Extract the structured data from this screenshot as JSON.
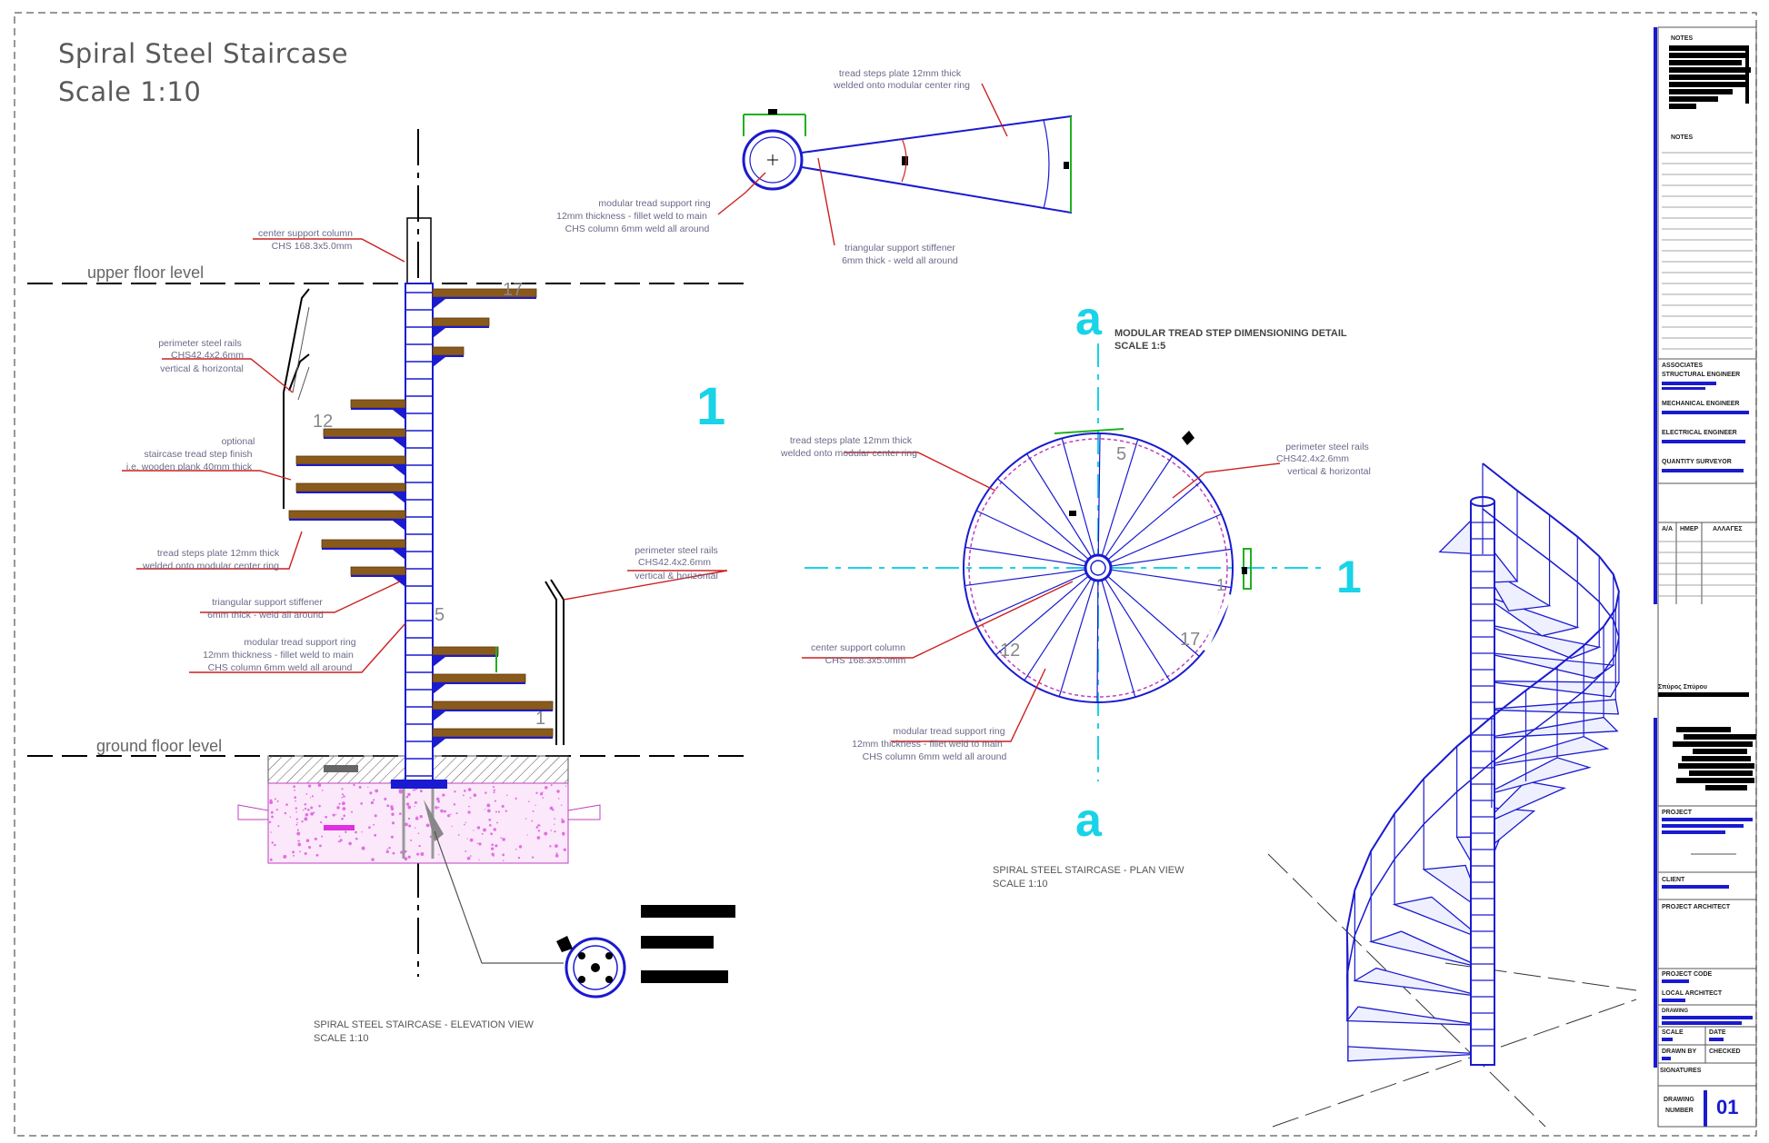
{
  "sheet": {
    "title": "Spiral Steel Staircase",
    "scale": "Scale 1:10"
  },
  "elevation": {
    "upper_floor_label": "upper floor level",
    "ground_floor_label": "ground floor level",
    "section_mark": "1",
    "step_numbers": [
      "17",
      "12",
      "5",
      "1"
    ],
    "notes": {
      "column": [
        "center support column",
        "CHS 168.3x5.0mm"
      ],
      "rails_left": [
        "perimeter steel rails",
        "CHS42.4x2.6mm",
        "vertical & horizontal"
      ],
      "optional": [
        "optional",
        "staircase tread step finish",
        "i.e. wooden plank 40mm thick"
      ],
      "tread_plate": [
        "tread steps plate 12mm thick",
        "welded onto modular center ring"
      ],
      "stiffener": [
        "triangular support stiffener",
        "6mm thick - weld all around"
      ],
      "ring": [
        "modular tread support ring",
        "12mm thickness - fillet weld to main",
        "CHS column 6mm weld all around"
      ],
      "rails_right": [
        "perimeter steel rails",
        "CHS42.4x2.6mm",
        "vertical & horizontal"
      ]
    },
    "caption": [
      "SPIRAL STEEL STAIRCASE - ELEVATION VIEW",
      "SCALE 1:10"
    ]
  },
  "detail": {
    "notes": {
      "tread": [
        "tread steps plate 12mm thick",
        "welded onto modular center ring"
      ],
      "ring": [
        "modular tread support ring",
        "12mm thickness - fillet weld to main",
        "CHS column 6mm weld all around"
      ],
      "stiffener": [
        "triangular support stiffener",
        "6mm thick - weld all around"
      ]
    }
  },
  "plan": {
    "section_label": "a",
    "section_mark": "1",
    "step_numbers": [
      "5",
      "1",
      "12",
      "17"
    ],
    "detail_caption": [
      "MODULAR TREAD STEP DIMENSIONING DETAIL",
      "SCALE 1:5"
    ],
    "notes": {
      "tread": [
        "tread steps plate 12mm thick",
        "welded onto modular center ring"
      ],
      "rails": [
        "perimeter steel rails",
        "CHS42.4x2.6mm",
        "vertical & horizontal"
      ],
      "column": [
        "center support column",
        "CHS 168.3x5.0mm"
      ],
      "ring": [
        "modular tread support ring",
        "12mm thickness - fillet weld to main",
        "CHS column 6mm weld all around"
      ]
    },
    "caption": [
      "SPIRAL STEEL STAIRCASE - PLAN VIEW",
      "SCALE 1:10"
    ]
  },
  "title_block": {
    "notes_header_1": "NOTES",
    "notes_header_2": "NOTES",
    "associates": "ASSOCIATES",
    "structural": "STRUCTURAL ENGINEER",
    "mechanical": "MECHANICAL ENGINEER",
    "electrical": "ELECTRICAL ENGINEER",
    "quantity": "QUANTITY SURVEYOR",
    "rev_cols": [
      "A/A",
      "HMEP",
      "ΑΛΛΑΓΕΣ"
    ],
    "stamp_label": "Σπύρος Σπύρου",
    "project": "PROJECT",
    "client": "CLIENT",
    "project_architect": "PROJECT ARCHITECT",
    "project_code": "PROJECT CODE",
    "local_architect": "LOCAL ARCHITECT",
    "drawing": "DRAWING",
    "scale": "SCALE",
    "date": "DATE",
    "drawn_by": "DRAWN BY",
    "checked": "CHECKED",
    "signatures": "SIGNATURES",
    "drawing_number_label": [
      "DRAWING",
      "NUMBER"
    ],
    "drawing_number": "01"
  },
  "colors": {
    "steel": "#1a1ad0",
    "wood": "#8a5a1c",
    "leader": "#cc2020",
    "note_text": "#6a6a8a",
    "section": "#19d3e8",
    "dim": "#20b020",
    "concrete": "#e070e0"
  }
}
